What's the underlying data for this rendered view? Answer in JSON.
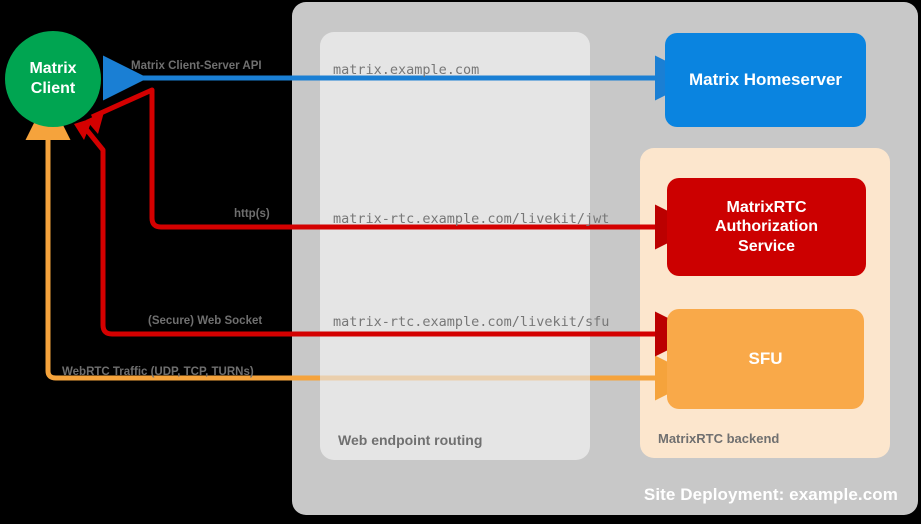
{
  "diagram": {
    "title": "MatrixRTC site deployment architecture",
    "site_container": {
      "label": "Site Deployment: example.com",
      "color": "#c8c8c8"
    },
    "groups": [
      {
        "name": "web-endpoint-routing",
        "label": "Web endpoint routing",
        "color": "#e5e5e5"
      },
      {
        "name": "matrixrtc-backend",
        "label": "MatrixRTC backend",
        "color": "#fce6cd"
      }
    ],
    "nodes": {
      "client": {
        "label": "Matrix\nClient",
        "line1": "Matrix",
        "line2": "Client",
        "color": "#00a551"
      },
      "homeserver": {
        "label": "Matrix Homeserver",
        "color": "#0a84e0"
      },
      "auth": {
        "line1": "MatrixRTC",
        "line2": "Authorization",
        "line3": "Service",
        "color": "#cc0000"
      },
      "sfu": {
        "label": "SFU",
        "color": "#f9a949"
      }
    },
    "endpoints": [
      {
        "name": "homeserver-endpoint",
        "text": "matrix.example.com"
      },
      {
        "name": "jwt-endpoint",
        "text": "matrix-rtc.example.com/livekit/jwt"
      },
      {
        "name": "sfu-endpoint",
        "text": "matrix-rtc.example.com/livekit/sfu"
      }
    ],
    "connections": [
      {
        "name": "client-server-api",
        "label": "Matrix Client-Server API",
        "color": "#1a7fd4"
      },
      {
        "name": "https-auth",
        "label": "http(s)",
        "color": "#e00000"
      },
      {
        "name": "web-socket-sfu",
        "label": "(Secure) Web Socket",
        "color": "#e00000"
      },
      {
        "name": "webrtc-traffic",
        "label": "WebRTC Traffic (UDP, TCP, TURNs)",
        "color": "#f5a33c"
      }
    ]
  }
}
